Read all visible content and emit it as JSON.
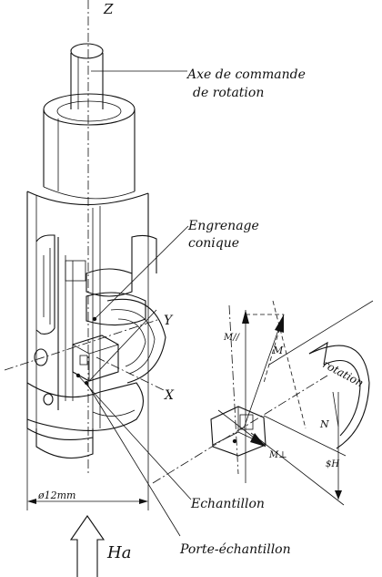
{
  "labels": {
    "z_axis": "Z",
    "y_axis": "Y",
    "x_axis": "X",
    "axe_line1": "Axe de commande",
    "axe_line2": "de rotation",
    "engrenage_line1": "Engrenage",
    "engrenage_line2": "conique",
    "echantillon": "Echantillon",
    "porte_echantillon": "Porte-échantillon",
    "field": "Ha",
    "dimension": "ø12mm",
    "vector_m_parallel": "M//",
    "vector_m": "M",
    "vector_m_perp": "M⊥",
    "normal": "N",
    "field_h": "$H",
    "rotation": "rotation"
  }
}
